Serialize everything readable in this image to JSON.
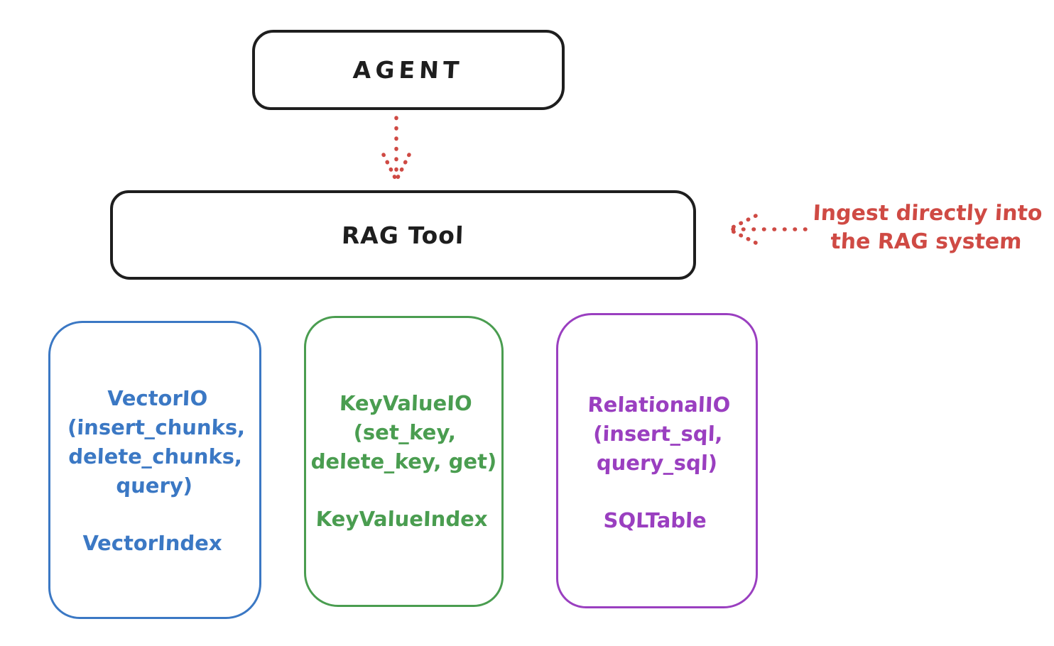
{
  "diagram": {
    "agent": {
      "label": "AGENT"
    },
    "rag_tool": {
      "label": "RAG Tool"
    },
    "annotation": {
      "line1": "Ingest directly into",
      "line2": "the RAG system"
    },
    "storage_boxes": [
      {
        "name": "vector-io",
        "color": "#3b78c4",
        "lines": [
          "VectorIO",
          "(insert_chunks,",
          "delete_chunks,",
          "query)"
        ],
        "index_label": "VectorIndex"
      },
      {
        "name": "key-value-io",
        "color": "#4a9d50",
        "lines": [
          "KeyValueIO",
          "(set_key,",
          "delete_key, get)"
        ],
        "index_label": "KeyValueIndex"
      },
      {
        "name": "relational-io",
        "color": "#9a3fc0",
        "lines": [
          "RelationalIO",
          "(insert_sql,",
          "query_sql)"
        ],
        "index_label": "SQLTable"
      }
    ],
    "colors": {
      "stroke_black": "#1e1e1e",
      "arrow_red": "#cf4a44",
      "vector_blue": "#3b78c4",
      "keyvalue_green": "#4a9d50",
      "relational_purple": "#9a3fc0"
    }
  }
}
